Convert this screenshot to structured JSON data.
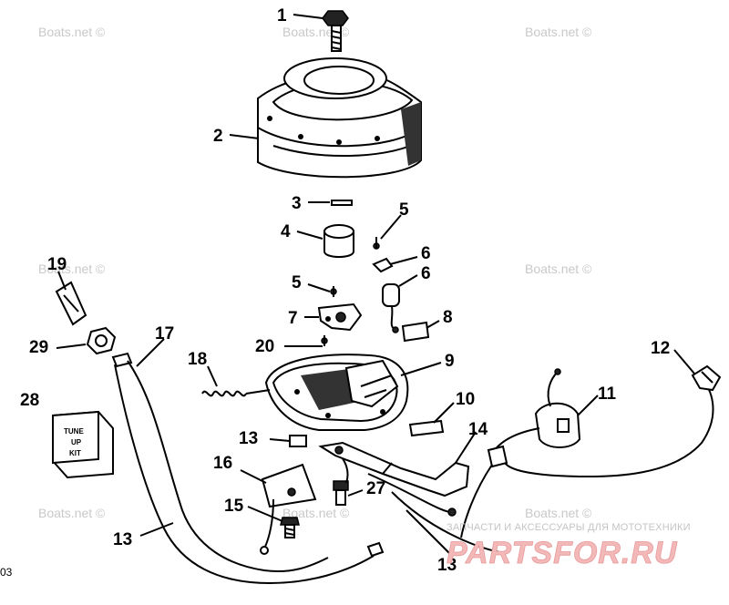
{
  "watermarks": [
    "Boats.net ©",
    "Boats.net ©",
    "Boats.net ©",
    "Boats.net ©",
    "Boats.net ©",
    "Boats.net ©",
    "Boats.net ©",
    "Boats.net ©"
  ],
  "callouts": [
    "1",
    "2",
    "3",
    "4",
    "5",
    "5",
    "6",
    "6",
    "7",
    "8",
    "9",
    "10",
    "11",
    "12",
    "13",
    "13",
    "13",
    "14",
    "15",
    "16",
    "17",
    "18",
    "19",
    "20",
    "27",
    "28",
    "29"
  ],
  "tune_up_kit_label": [
    "TUNE",
    "UP",
    "KIT"
  ],
  "footer": {
    "caption": "ЗАПЧАСТИ И АКСЕССУАРЫ ДЛЯ МОТОТЕХНИКИ",
    "brand": "PARTSFOR.RU",
    "corner_code": "03"
  }
}
